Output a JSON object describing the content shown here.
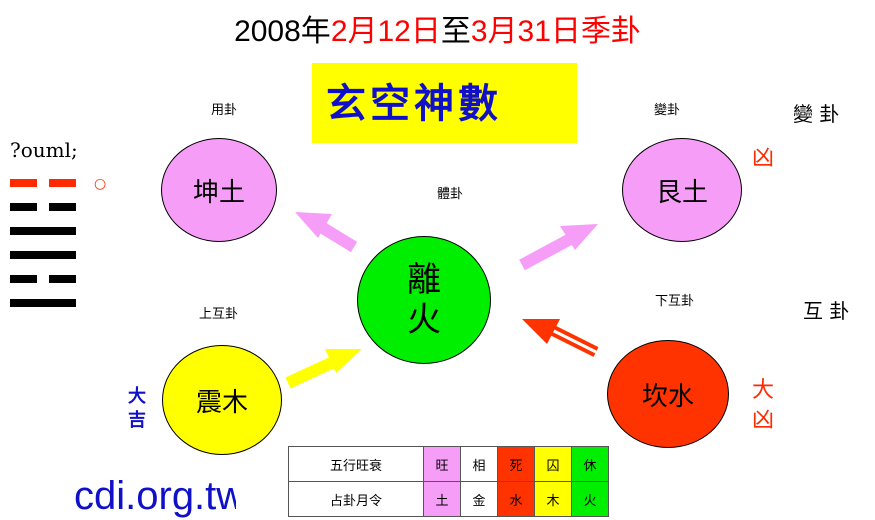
{
  "title": {
    "p1": "2008年",
    "p2": "2月12日",
    "p3": "至",
    "p4": "3月31日季卦"
  },
  "banner": "玄空神數",
  "labels": {
    "yong": "用卦",
    "bian": "變卦",
    "ti": "體卦",
    "shanghu": "上互卦",
    "xiahu": "下互卦"
  },
  "side": {
    "bian_gua": "變 卦",
    "hu_gua": "互 卦",
    "xiong": "凶",
    "da_xiong": "大凶",
    "da_ji": "大吉"
  },
  "hexagram": {
    "label": "?ouml;",
    "marker": "○"
  },
  "circles": {
    "kun": "坤土",
    "gen": "艮土",
    "li": "離火",
    "zhen": "震木",
    "kan": "坎水"
  },
  "table": {
    "row1": {
      "head": "五行旺衰",
      "cells": [
        "旺",
        "相",
        "死",
        "囚",
        "休"
      ]
    },
    "row2": {
      "head": "占卦月令",
      "cells": [
        "土",
        "金",
        "水",
        "木",
        "火"
      ]
    }
  },
  "watermark": "cdi.org.tw",
  "colors": {
    "pink": "#f69df7",
    "green": "#00ee00",
    "yellow": "#ffff00",
    "red": "#ff3300",
    "blue": "#1010c8"
  }
}
